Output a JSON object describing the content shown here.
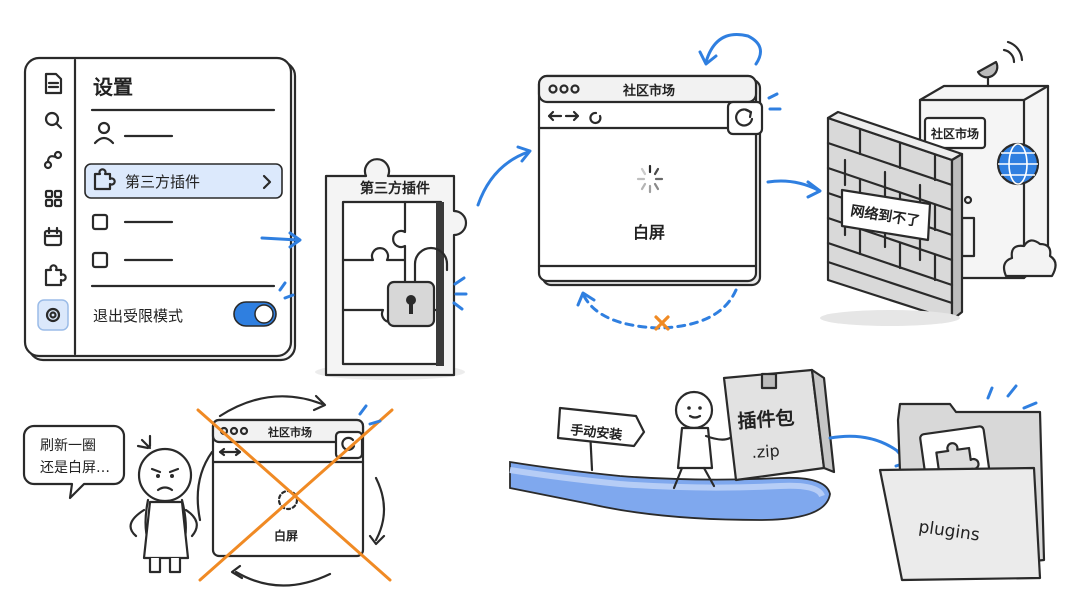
{
  "settings_panel": {
    "title": "设置",
    "plugins_item_label": "第三方插件",
    "restricted_mode_label": "退出受限模式",
    "sidebar_icons": [
      "file-icon",
      "search-icon",
      "branch-icon",
      "grid-icon",
      "calendar-icon",
      "puzzle-icon",
      "gear-icon"
    ],
    "toggle_on": true
  },
  "door": {
    "sign_label": "第三方插件"
  },
  "marketplace_window": {
    "title": "社区市场",
    "body_text": "白屏"
  },
  "server": {
    "label": "社区市场",
    "wall_sign": "网络到不了"
  },
  "frustrated_person": {
    "speech": [
      "刷新一圈",
      "还是白屏…"
    ]
  },
  "small_window": {
    "title": "社区市场",
    "body_text": "白屏"
  },
  "manual_install": {
    "signpost": "手动安装",
    "box_label": "插件包",
    "box_ext": ".zip",
    "folder_label": "plugins"
  },
  "colors": {
    "accent": "#2f7fe0",
    "cross": "#f08a24",
    "ink": "#2a2a2a"
  }
}
